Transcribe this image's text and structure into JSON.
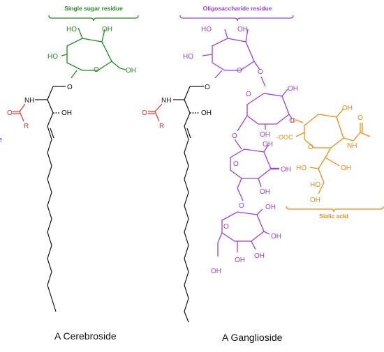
{
  "colors": {
    "green": "#1e8a1e",
    "purple": "#9b40e0",
    "orange": "#f08c14",
    "red": "#e53030",
    "black": "#111111",
    "blue": "#1f4f9f"
  },
  "brackets": {
    "single_sugar": "Single sugar residue",
    "oligosaccharide": "Oligosaccharide residue",
    "sialic": "Sialic acid"
  },
  "captions": {
    "cerebroside": "A Cerebroside",
    "ganglioside": "A Ganglioside"
  },
  "labels": {
    "ho": "HO",
    "oh": "OH",
    "o": "O",
    "nh": "NH",
    "r": "R",
    "ooc": "-OOC",
    "e_fragment": "e"
  }
}
